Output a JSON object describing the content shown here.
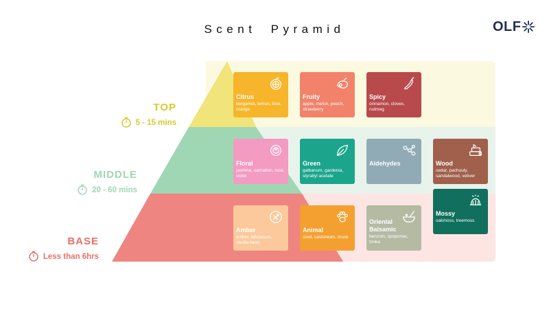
{
  "title": "Scent Pyramid",
  "logo": {
    "text": "OLF",
    "icon": "starburst-icon"
  },
  "colors": {
    "top": "#f0e47a",
    "middle": "#9fd7b4",
    "base": "#ee8580",
    "top_label": "#dcc82a",
    "middle_label": "#9fd7b4",
    "base_label": "#ea6f67"
  },
  "tiers": [
    {
      "name": "TOP",
      "duration": "5 - 15 mins"
    },
    {
      "name": "MIDDLE",
      "duration": "20 - 60 mins"
    },
    {
      "name": "BASE",
      "duration": "Less than 6hrs"
    }
  ],
  "families": [
    {
      "name": "Citrus",
      "notes": "bergamot, lemon, lime, orange",
      "color": "#f7b52c",
      "icon": "citrus-icon"
    },
    {
      "name": "Fruity",
      "notes": "apple, melon, peach, strawberry",
      "color": "#f2826a",
      "icon": "fruit-icon"
    },
    {
      "name": "Spicy",
      "notes": "cinnamon, cloves, nutmeg",
      "color": "#b84a4b",
      "icon": "chili-icon"
    },
    {
      "name": "Floral",
      "notes": "jasmine, carnation, rose, violet",
      "color": "#f39bc1",
      "icon": "rose-icon"
    },
    {
      "name": "Green",
      "notes": "galbanum, gardenia, styrallyl acetate",
      "color": "#1ba58c",
      "icon": "leaf-icon"
    },
    {
      "name": "Aldehydes",
      "notes": "",
      "color": "#90abb5",
      "icon": "molecule-icon"
    },
    {
      "name": "Wood",
      "notes": "cedar, pachouly, sandalwood, vetiver",
      "color": "#a0604b",
      "icon": "logs-icon"
    },
    {
      "name": "Mossy",
      "notes": "oakmoss, treemoss",
      "color": "#10705d",
      "icon": "moss-icon"
    },
    {
      "name": "Amber",
      "notes": "amber, labdanum, vanilla bean",
      "color": "#fbc99b",
      "icon": "amber-icon"
    },
    {
      "name": "Animal",
      "notes": "civet, castoreum, musk",
      "color": "#f4a030",
      "icon": "paw-icon"
    },
    {
      "name": "Oriental Balsamic",
      "notes": "benzoin, opoponax, tonka",
      "color": "#b5baa3",
      "icon": "mortar-icon"
    }
  ]
}
